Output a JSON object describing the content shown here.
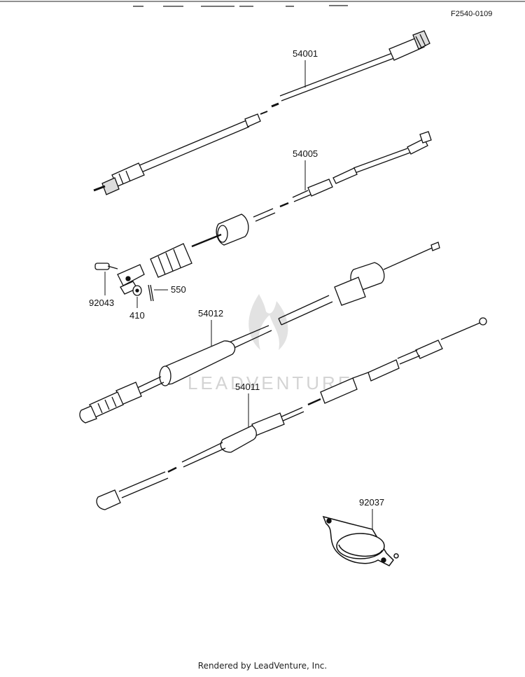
{
  "figure_code": "F2540-0109",
  "watermark": "LEADVENTURE",
  "footer": "Rendered by LeadVenture, Inc.",
  "parts": [
    {
      "number": "54001"
    },
    {
      "number": "54005"
    },
    {
      "number": "54012"
    },
    {
      "number": "54011"
    },
    {
      "number": "92043"
    },
    {
      "number": "410"
    },
    {
      "number": "550"
    },
    {
      "number": "92037"
    }
  ]
}
